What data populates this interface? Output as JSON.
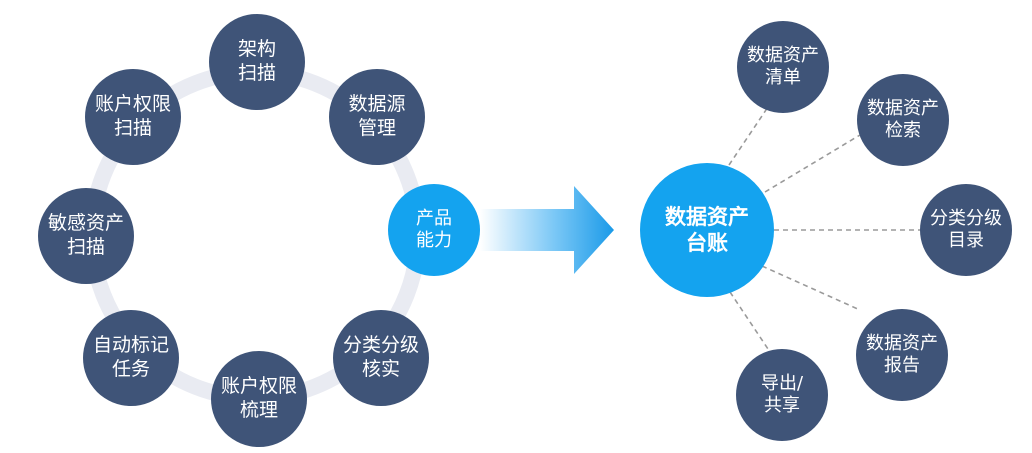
{
  "ring": {
    "center_node": {
      "line1": "产品",
      "line2": "能力"
    },
    "nodes": [
      {
        "id": "architecture-scan",
        "line1": "架构",
        "line2": "扫描"
      },
      {
        "id": "datasource-management",
        "line1": "数据源",
        "line2": "管理"
      },
      {
        "id": "classification-review",
        "line1": "分类分级",
        "line2": "核实"
      },
      {
        "id": "account-permission-review",
        "line1": "账户权限",
        "line2": "梳理"
      },
      {
        "id": "auto-tagging-task",
        "line1": "自动标记",
        "line2": "任务"
      },
      {
        "id": "sensitive-asset-scan",
        "line1": "敏感资产",
        "line2": "扫描"
      },
      {
        "id": "account-permission-scan",
        "line1": "账户权限",
        "line2": "扫描"
      }
    ]
  },
  "hub": {
    "line1": "数据资产",
    "line2": "台账"
  },
  "outputs": [
    {
      "id": "asset-list",
      "line1": "数据资产",
      "line2": "清单"
    },
    {
      "id": "asset-search",
      "line1": "数据资产",
      "line2": "检索"
    },
    {
      "id": "category-catalog",
      "line1": "分类分级",
      "line2": "目录"
    },
    {
      "id": "asset-report",
      "line1": "数据资产",
      "line2": "报告"
    },
    {
      "id": "export-share",
      "line1": "导出/",
      "line2": "共享"
    }
  ],
  "colors": {
    "navy": "#3f5478",
    "blue": "#14a3ef",
    "ring": "#e9ebf2",
    "connector": "#9a9a9a"
  }
}
